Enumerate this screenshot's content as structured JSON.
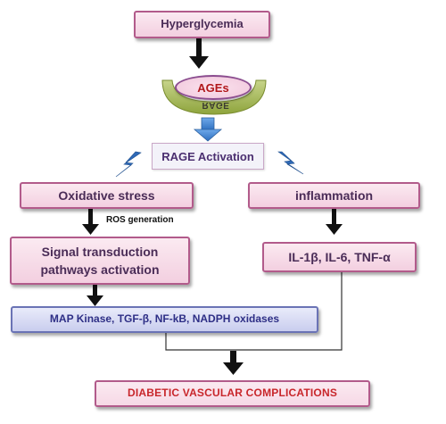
{
  "nodes": {
    "hyperglycemia": "Hyperglycemia",
    "ages": "AGEs",
    "rage": "RAGE",
    "rage_activation": "RAGE Activation",
    "oxidative_stress": "Oxidative stress",
    "ros_generation": "ROS generation",
    "signal_transduction_line1": "Signal transduction",
    "signal_transduction_line2": "pathways activation",
    "inflammation": "inflammation",
    "cytokines": "IL-1β, IL-6, TNF-α",
    "mediators": "MAP Kinase, TGF-β, NF-kB, NADPH oxidases",
    "complications": "DIABETIC VASCULAR COMPLICATIONS"
  },
  "colors": {
    "pink_border": "#b25b8b",
    "blue_fill": "#c9cdee",
    "red_text": "#c8262b",
    "arrow_dark": "#111111",
    "arrow_blue": "#3f86d4",
    "receptor_olive": "#9bb04a"
  },
  "icons": [
    "down-arrow-icon",
    "lightning-bolt-icon",
    "receptor-cup-icon"
  ]
}
